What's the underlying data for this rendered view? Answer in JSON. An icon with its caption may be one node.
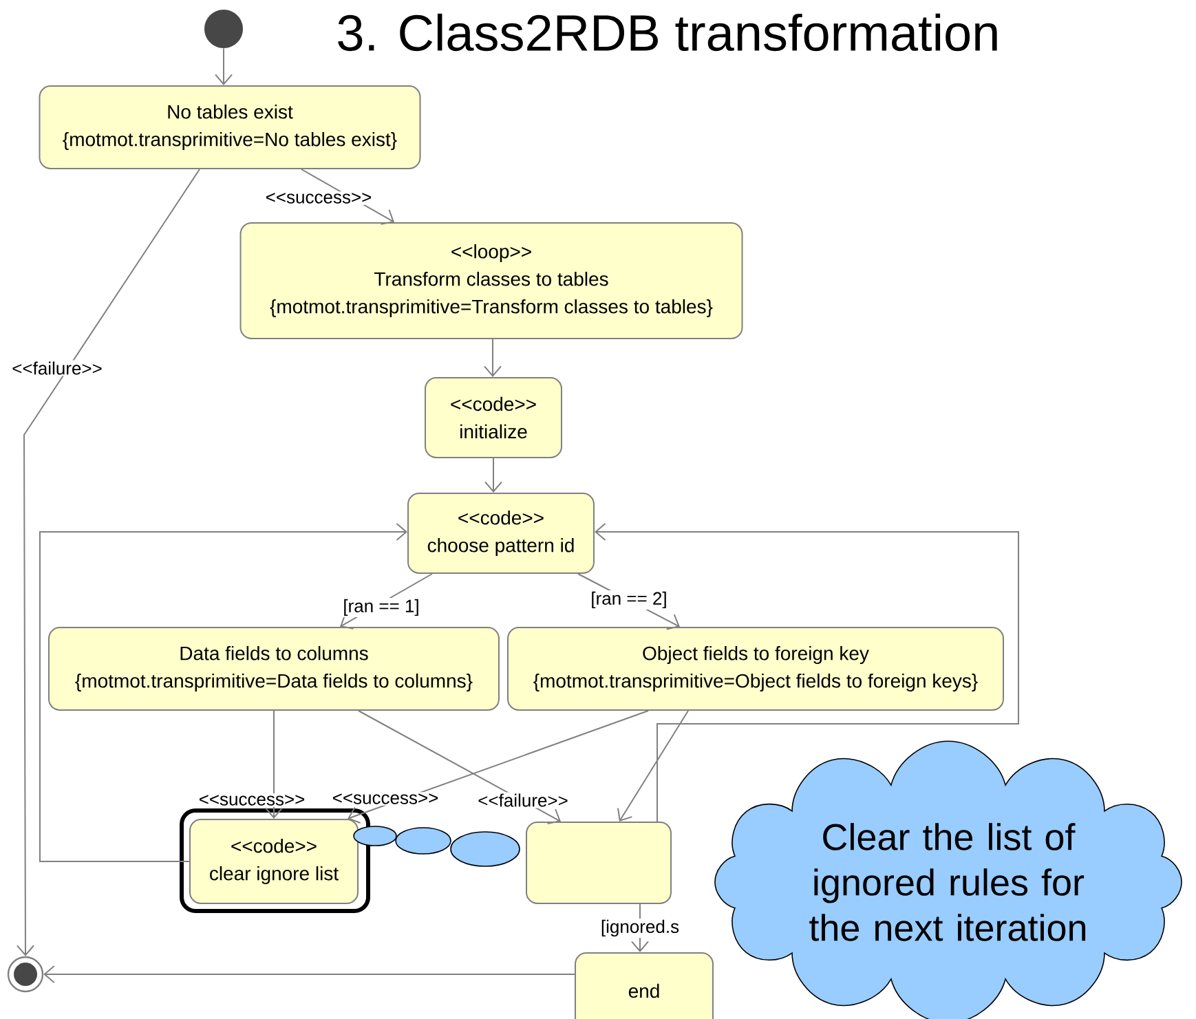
{
  "diagram": {
    "title": "3. Class2RDB transformation",
    "nodes": [
      {
        "text": [],
        "shape": "circle"
      },
      {
        "text": [
          "No tables exist",
          "{motmot.transprimitive=No tables exist}"
        ]
      },
      {
        "text": [
          "<<loop>>",
          "Transform classes to tables",
          "{motmot.transprimitive=Transform classes to tables}"
        ]
      },
      {
        "text": [
          "<<code>>",
          "initialize"
        ]
      },
      {
        "text": [
          "<<code>>",
          "choose pattern id"
        ]
      },
      {
        "text": [
          "Data fields to columns",
          "{motmot.transprimitive=Data fields to columns}"
        ]
      },
      {
        "text": [
          "Object fields to foreign key",
          "{motmot.transprimitive=Object fields to foreign keys}"
        ]
      },
      {
        "text": [
          "<<code>>",
          "clear ignore list"
        ]
      },
      {
        "text": [],
        "shape": "box"
      },
      {
        "text": [
          "Clear the list of ignored rules for the next iteration"
        ]
      },
      {
        "text": [
          "end"
        ]
      },
      {
        "text": [],
        "shape": "bullseye"
      }
    ],
    "edges": [
      {
        "from": 0,
        "to": 1,
        "arrow": "to"
      },
      {
        "from": 1,
        "to": 2,
        "arrow": "to",
        "label": "<<success>>"
      },
      {
        "from": 1,
        "to": 11,
        "arrow": "to",
        "label": "<<failure>>"
      },
      {
        "from": 2,
        "to": 3,
        "arrow": "to"
      },
      {
        "from": 3,
        "to": 4,
        "arrow": "to"
      },
      {
        "from": 4,
        "to": 5,
        "arrow": "to",
        "label": "[ran == 1]"
      },
      {
        "from": 4,
        "to": 6,
        "arrow": "to",
        "label": "[ran == 2]"
      },
      {
        "from": 5,
        "to": 7,
        "arrow": "to",
        "label": "<<success>>"
      },
      {
        "from": 6,
        "to": 7,
        "arrow": "to",
        "label": "<<success>>"
      },
      {
        "from": 5,
        "to": 8,
        "arrow": "to",
        "label": "<<failure>>"
      },
      {
        "from": 6,
        "to": 8,
        "arrow": "to"
      },
      {
        "from": 7,
        "to": 4,
        "arrow": "to"
      },
      {
        "from": 8,
        "to": 4,
        "arrow": "to"
      },
      {
        "from": 8,
        "to": 10,
        "arrow": "to",
        "label": "[ignored.s"
      },
      {
        "from": 10,
        "to": 11,
        "arrow": "to"
      }
    ]
  }
}
